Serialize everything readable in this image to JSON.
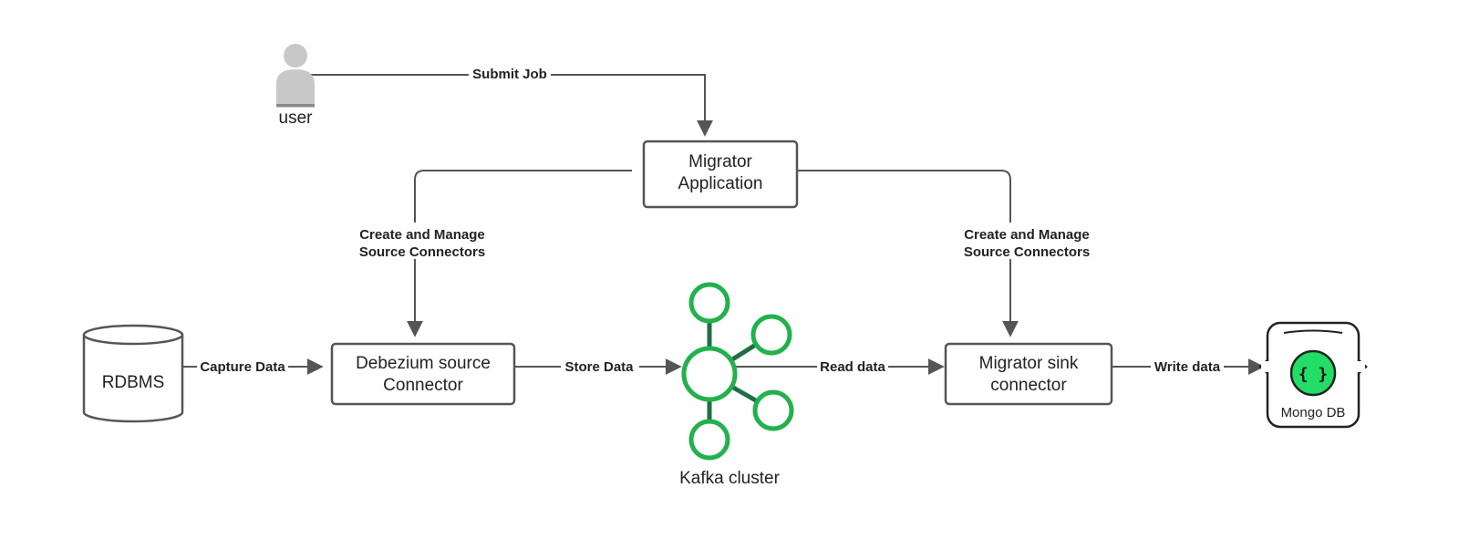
{
  "nodes": {
    "user": "user",
    "migrator_app": [
      "Migrator",
      "Application"
    ],
    "rdbms": "RDBMS",
    "debezium": [
      "Debezium source",
      "Connector"
    ],
    "kafka": "Kafka cluster",
    "sink": [
      "Migrator sink",
      "connector"
    ],
    "mongo": "Mongo DB",
    "mongo_glyph": "{ }"
  },
  "edges": {
    "submit_job": "Submit Job",
    "manage_left": [
      "Create and Manage",
      "Source Connectors"
    ],
    "manage_right": [
      "Create and Manage",
      "Source Connectors"
    ],
    "capture": "Capture Data",
    "store": "Store Data",
    "read": "Read data",
    "write": "Write data"
  },
  "colors": {
    "kafka_ring": "#22b14c",
    "kafka_spoke": "#1f6e44",
    "mongo_fill": "#22dd66",
    "user_gray": "#c8c8c8",
    "line": "#555555"
  },
  "icons": {
    "user": "user-icon",
    "rdbms": "database-cylinder-icon",
    "kafka": "kafka-cluster-icon",
    "mongo": "mongodb-icon"
  }
}
